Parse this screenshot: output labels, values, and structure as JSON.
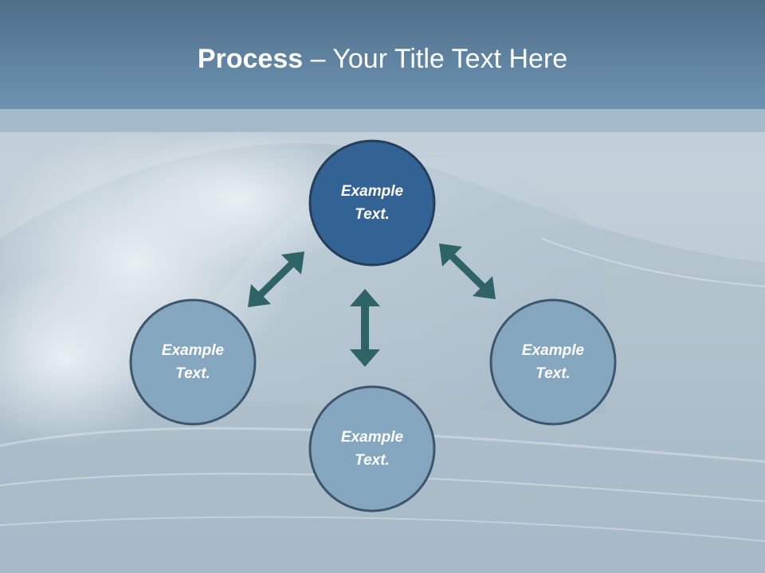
{
  "title": {
    "bold": "Process",
    "rest": " – Your Title Text Here"
  },
  "colors": {
    "title_bar": "#5f83a0",
    "center_fill": "#336395",
    "outer_fill": "#84a6bf",
    "node_border": "#3a5166",
    "arrow": "#2f6466"
  },
  "nodes": [
    {
      "id": "top",
      "line1": "Example",
      "line2": "Text."
    },
    {
      "id": "left",
      "line1": "Example",
      "line2": "Text."
    },
    {
      "id": "bottom",
      "line1": "Example",
      "line2": "Text."
    },
    {
      "id": "right",
      "line1": "Example",
      "line2": "Text."
    }
  ],
  "arrows": [
    {
      "name": "arrow-top-left",
      "icon": "double-arrow"
    },
    {
      "name": "arrow-top-bottom",
      "icon": "double-arrow"
    },
    {
      "name": "arrow-top-right",
      "icon": "double-arrow"
    }
  ]
}
